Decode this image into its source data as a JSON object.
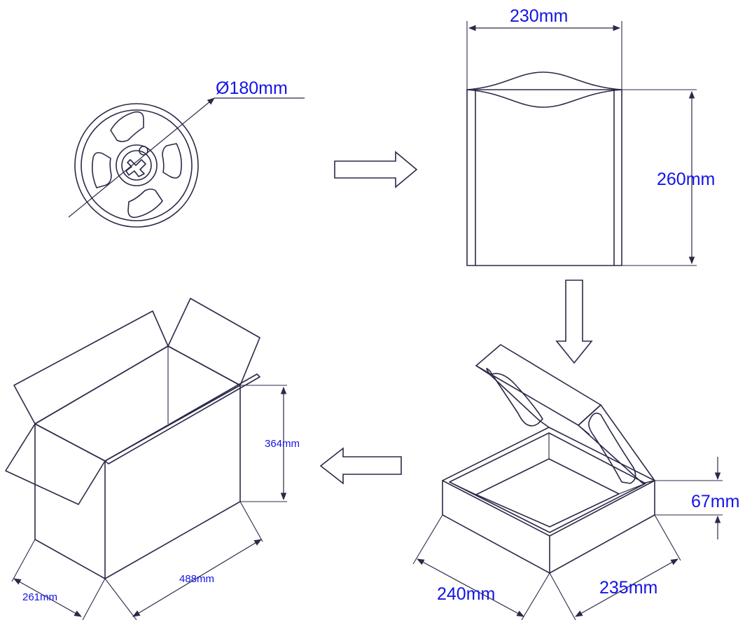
{
  "labels": {
    "reel_diameter": "Ø180mm",
    "bag_width": "230mm",
    "bag_height": "260mm",
    "carton_height": "364mm",
    "carton_length": "488mm",
    "carton_width": "261mm",
    "box_height": "67mm",
    "box_width": "240mm",
    "box_depth": "235mm"
  },
  "colors": {
    "label": "#1414e6",
    "line": "#2a2a48"
  }
}
